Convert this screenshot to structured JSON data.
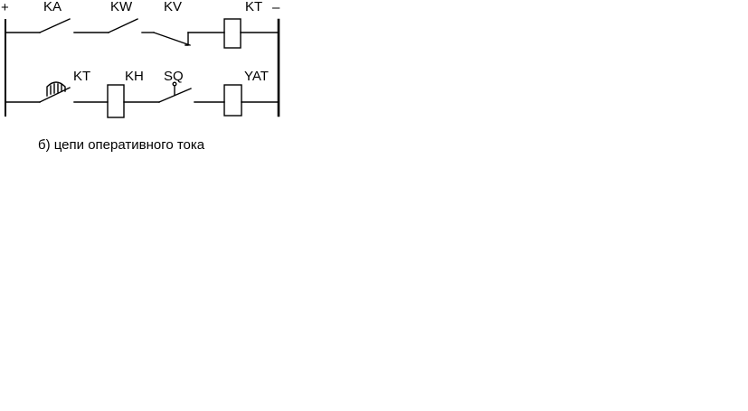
{
  "diagram": {
    "plus_label": "+",
    "minus_label": "–",
    "row1": {
      "ka_label": "KA",
      "kw_label": "KW",
      "kv_label": "KV",
      "kt_coil_label": "KT"
    },
    "row2": {
      "kt_contact_label": "KT",
      "kh_label": "KH",
      "sq_label": "SQ",
      "yat_label": "YAT"
    },
    "caption": "б) цепи оперативного тока",
    "line_color": "#000000",
    "background_color": "#ffffff"
  }
}
